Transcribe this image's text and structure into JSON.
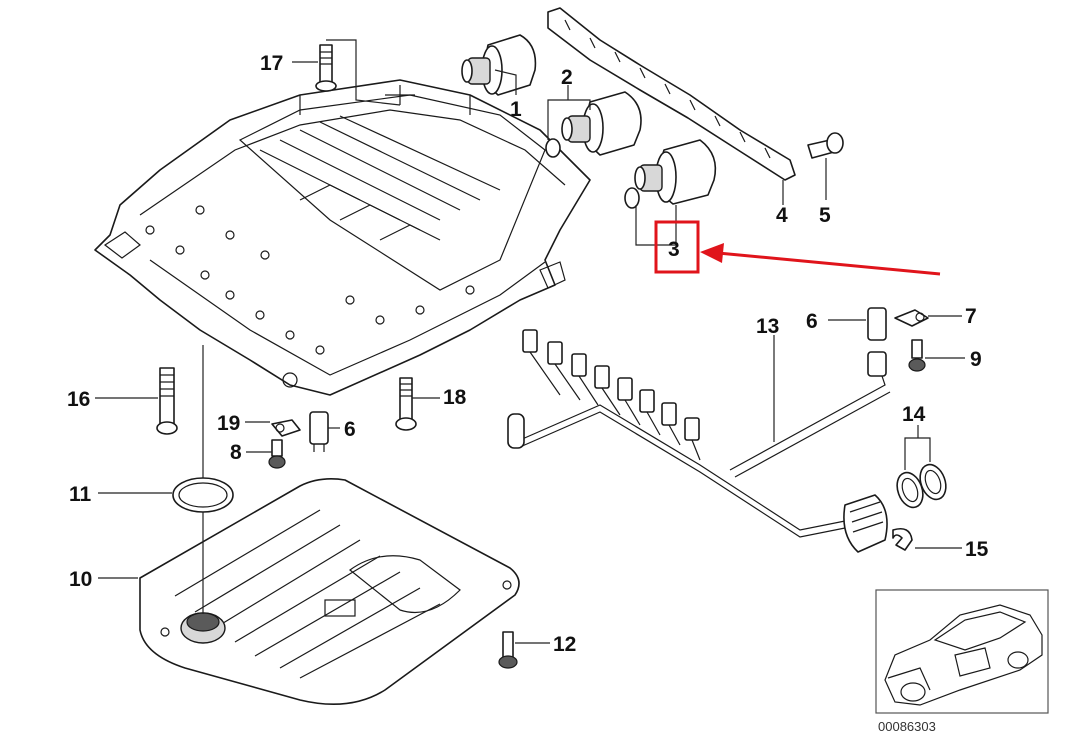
{
  "labels": {
    "p1": "1",
    "p2": "2",
    "p3": "3",
    "p4": "4",
    "p5": "5",
    "p6a": "6",
    "p6b": "6",
    "p7": "7",
    "p8": "8",
    "p9": "9",
    "p10": "10",
    "p11": "11",
    "p12": "12",
    "p13": "13",
    "p14": "14",
    "p15": "15",
    "p16": "16",
    "p17": "17",
    "p18": "18",
    "p19": "19"
  },
  "diagram_code": "00086303",
  "colors": {
    "highlight": "#e0141b",
    "line": "#1a1a1a",
    "label": "#111111"
  },
  "highlighted_part": "3"
}
